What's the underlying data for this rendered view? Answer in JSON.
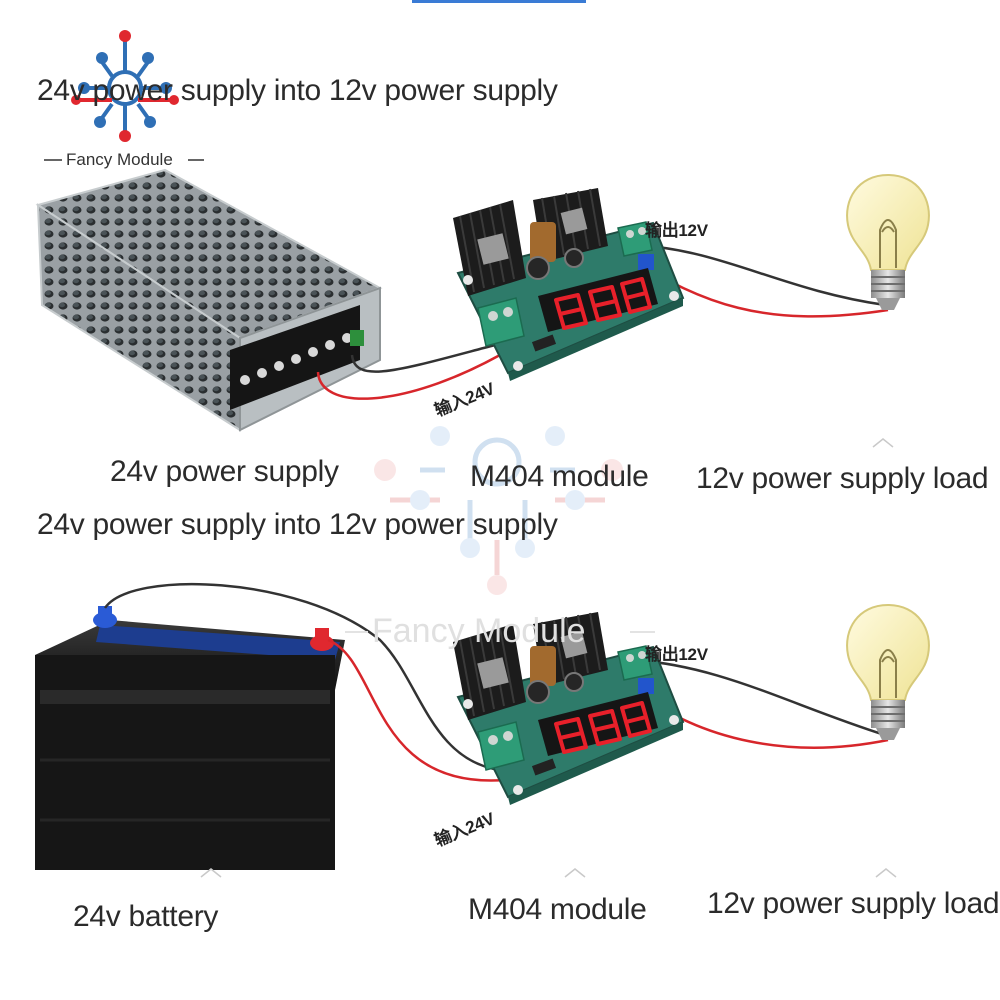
{
  "logo": {
    "text": "Fancy Module",
    "icon": "circuit-logo-icon"
  },
  "watermark": {
    "text": "Fancy Module",
    "icon": "circuit-watermark-icon"
  },
  "top": {
    "title": "24v power supply into 12v power supply",
    "output_label": "输出12V",
    "input_label": "输入24V",
    "captions": {
      "source": "24v power supply",
      "module": "M404 module",
      "load": "12v power supply load"
    }
  },
  "bottom": {
    "title": "24v power supply into 12v power supply",
    "output_label": "输出12V",
    "input_label": "输入24V",
    "captions": {
      "source": "24v battery",
      "module": "M404 module",
      "load": "12v power supply load"
    }
  },
  "colors": {
    "board": "#2e7b6a",
    "heatsink": "#1c1c1c",
    "display": "#e8202a",
    "wire_red": "#d7262b",
    "wire_black": "#333333",
    "bulb": "#f6efb0",
    "terminal": "#2e9c77"
  }
}
